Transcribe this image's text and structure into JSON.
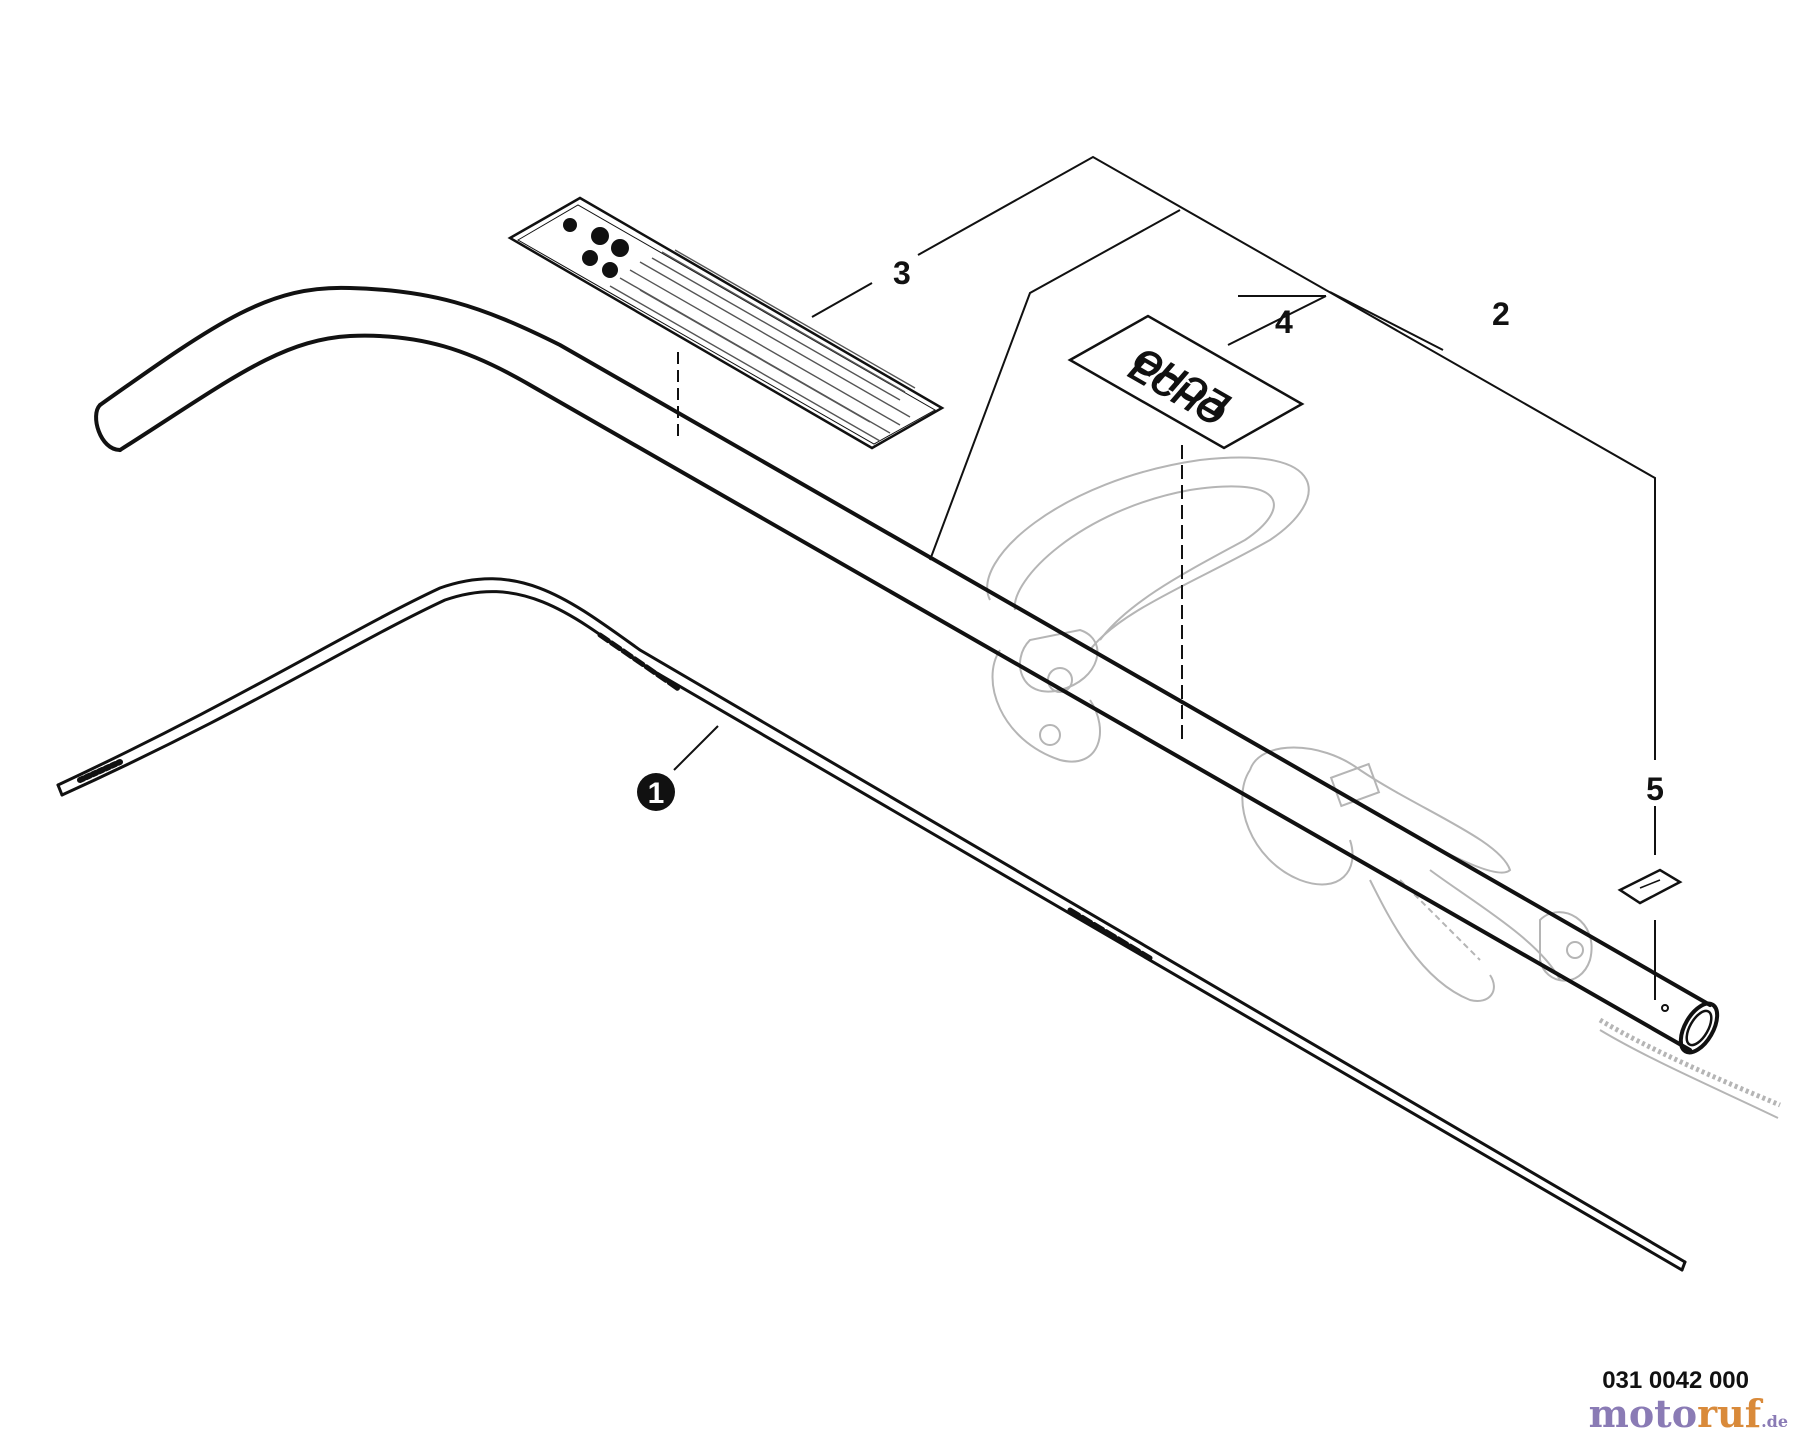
{
  "diagram": {
    "callouts": {
      "part_1": "1",
      "part_2": "2",
      "part_3": "3",
      "part_4": "4",
      "part_5": "5"
    },
    "decal_logo_text": "ECHO",
    "document_number": "031 0042 000"
  },
  "watermark": {
    "main": "moto",
    "accent": "ruf",
    "tld": ".de"
  },
  "colors": {
    "line": "#111111",
    "ghost_line": "#b0b0b0",
    "watermark_main": "#8a7bb5",
    "watermark_accent": "#d98a3a"
  }
}
